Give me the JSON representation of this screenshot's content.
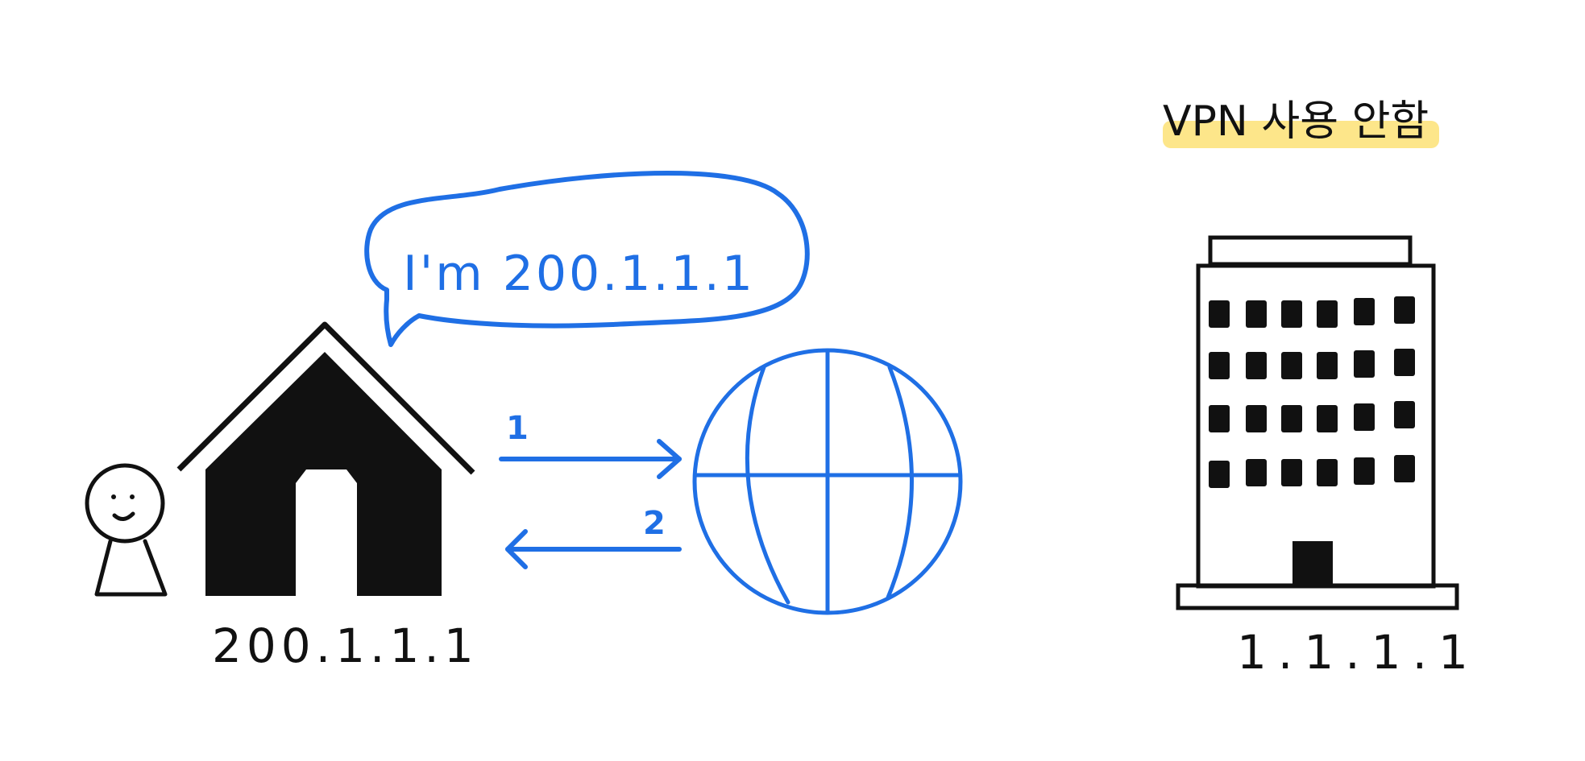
{
  "title": "VPN 사용 안함",
  "speech_bubble": "I'm 200.1.1.1",
  "home": {
    "ip": "200.1.1.1"
  },
  "server": {
    "ip": "1.1.1.1"
  },
  "steps": {
    "request": "1",
    "response": "2"
  },
  "icons": {
    "person": "person-icon",
    "house": "house-icon",
    "internet": "globe-icon",
    "server": "building-icon"
  },
  "colors": {
    "ink": "#111111",
    "accent": "#1f6fe5",
    "highlight": "#fde68a"
  }
}
